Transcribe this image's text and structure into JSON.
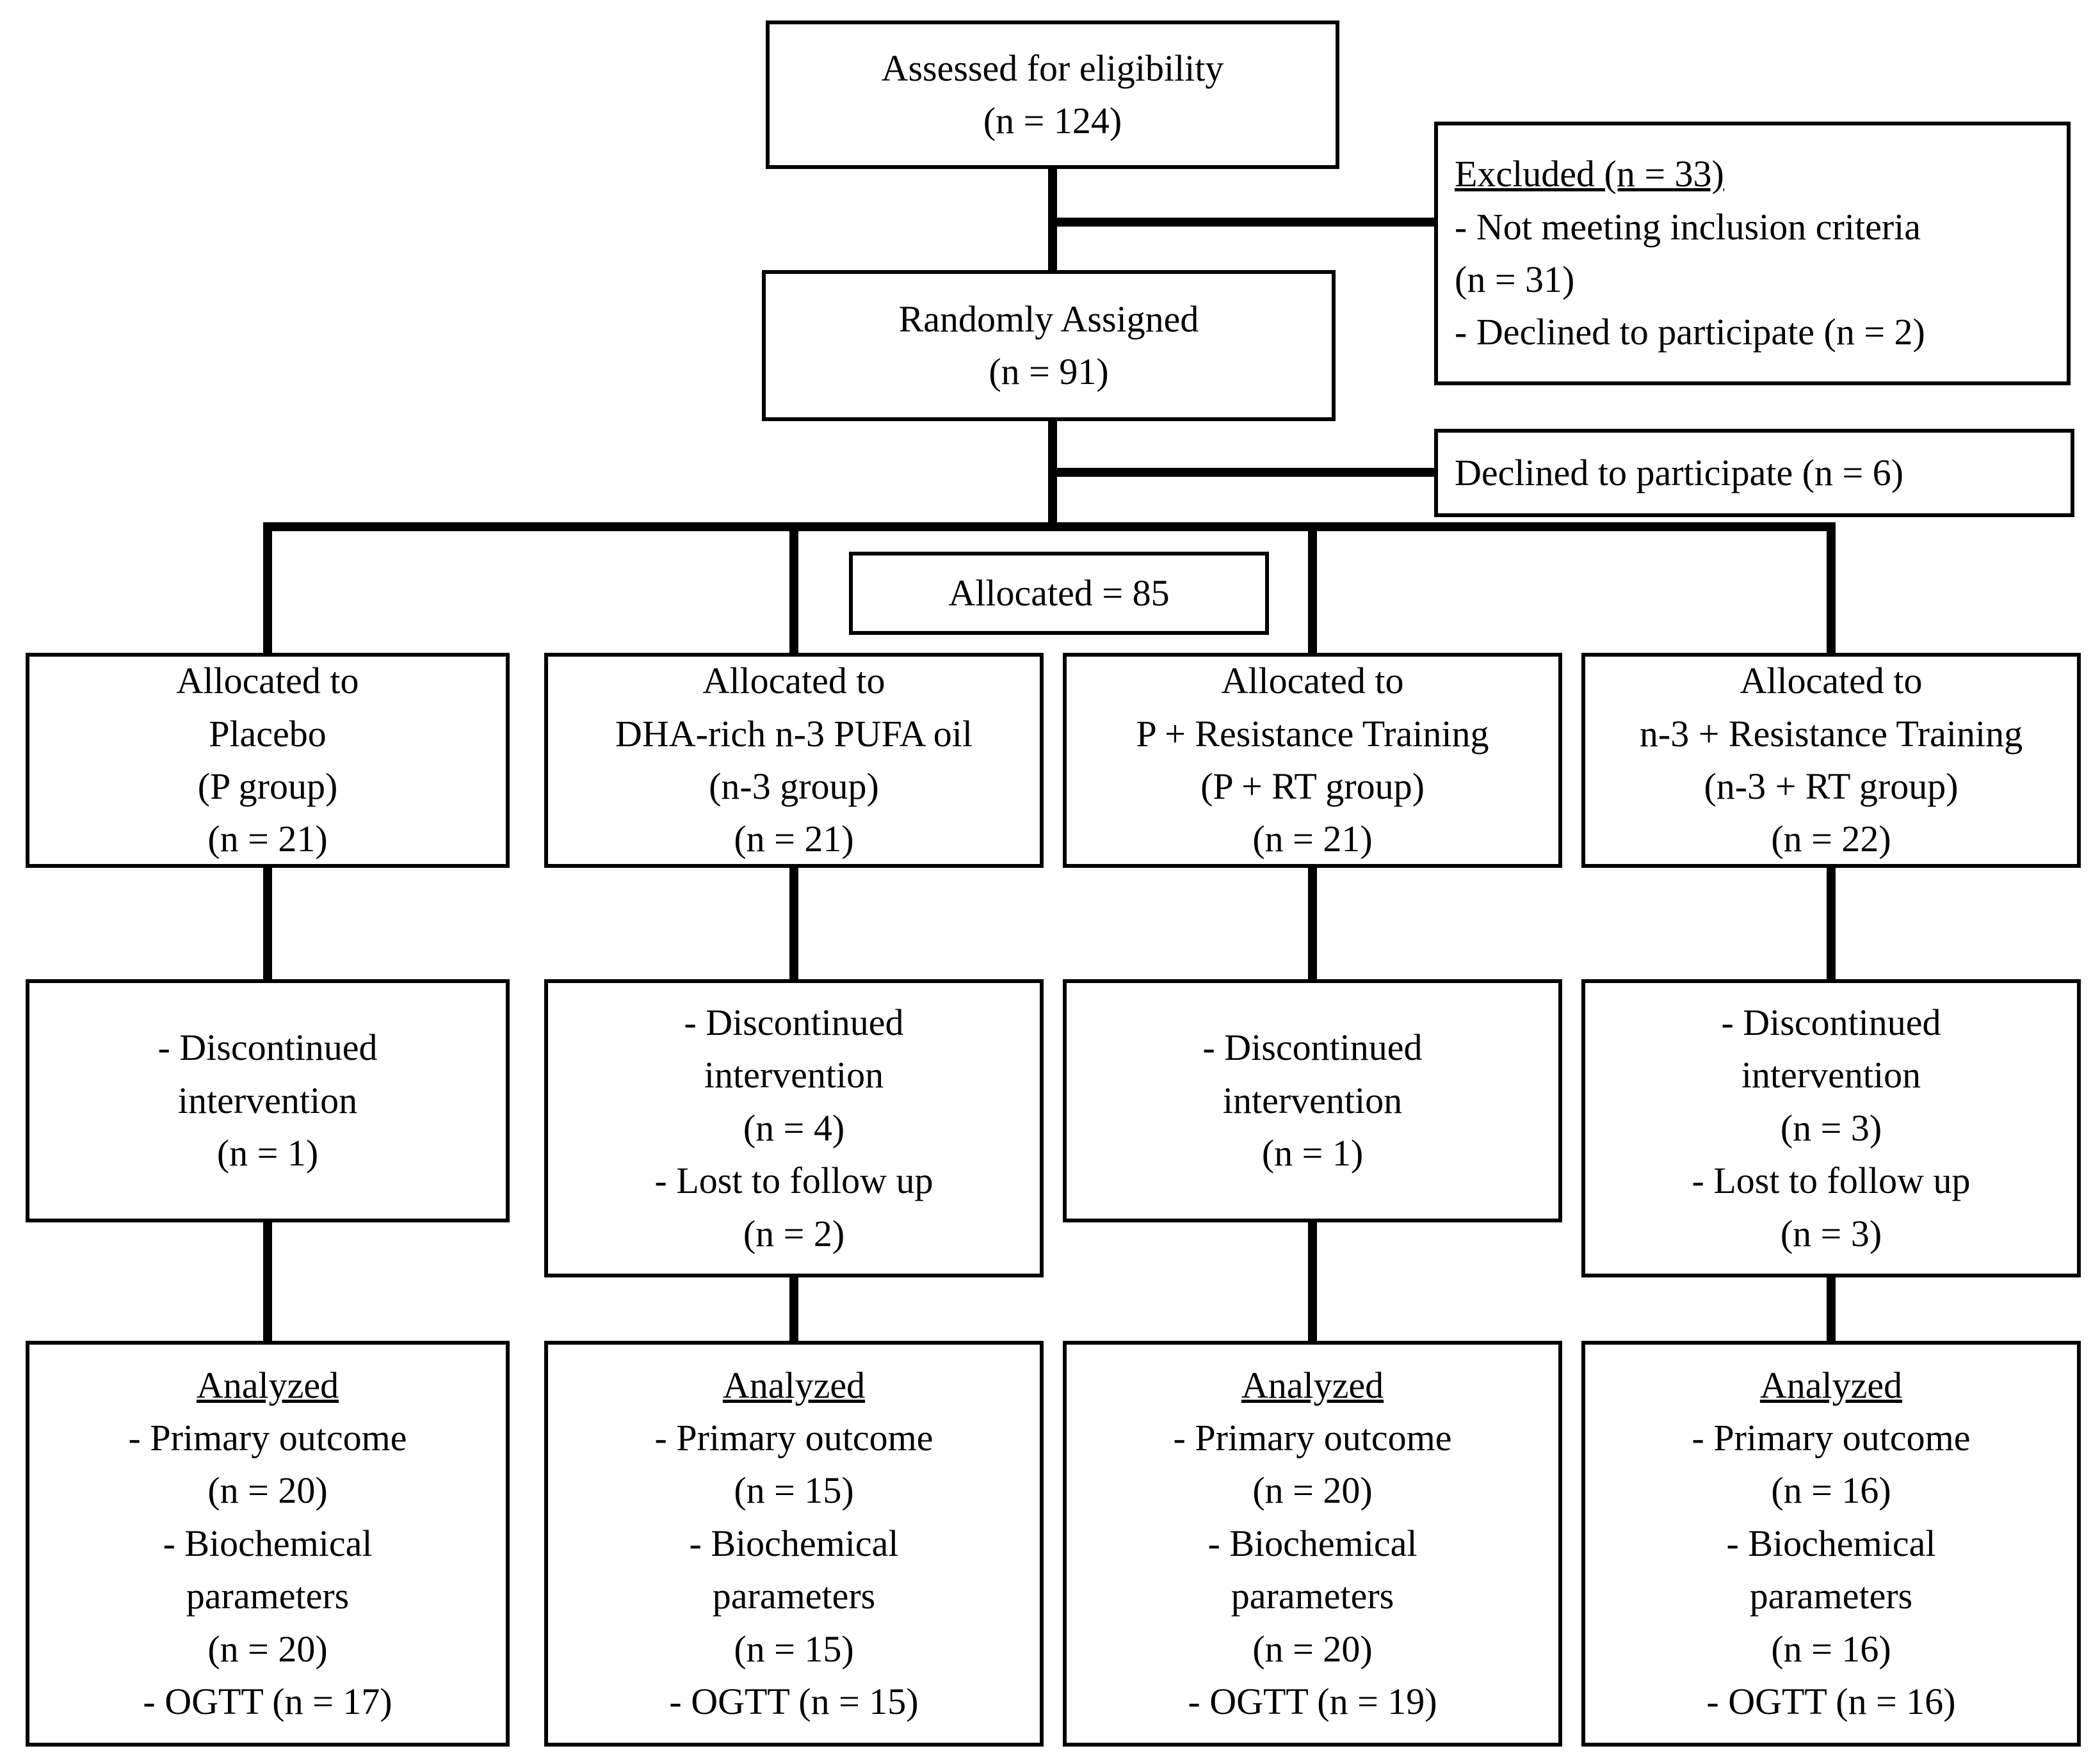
{
  "diagram": {
    "assessed": {
      "lines": [
        "Assessed for eligibility",
        "(n = 124)"
      ]
    },
    "excluded": {
      "heading": "Excluded (n = 33)",
      "lines": [
        "- Not meeting inclusion criteria",
        "(n = 31)",
        "- Declined to participate (n = 2)"
      ]
    },
    "randomized": {
      "lines": [
        "Randomly Assigned",
        "(n = 91)"
      ]
    },
    "declined": {
      "label": "Declined to participate (n = 6)"
    },
    "allocated_total": {
      "label": "Allocated = 85"
    },
    "groups": [
      {
        "allocation": [
          "Allocated to",
          "Placebo",
          "(P group)",
          "(n = 21)"
        ],
        "followup": [
          "- Discontinued",
          "intervention",
          "(n = 1)"
        ],
        "analyzed_heading": "Analyzed",
        "analyzed": [
          "- Primary outcome",
          "(n = 20)",
          "- Biochemical",
          "parameters",
          "(n = 20)",
          "- OGTT (n = 17)"
        ]
      },
      {
        "allocation": [
          "Allocated to",
          "DHA-rich n-3 PUFA oil",
          "(n-3 group)",
          "(n = 21)"
        ],
        "followup": [
          "- Discontinued",
          "intervention",
          "(n = 4)",
          "- Lost to follow up",
          "(n = 2)"
        ],
        "analyzed_heading": "Analyzed",
        "analyzed": [
          "- Primary outcome",
          "(n = 15)",
          "- Biochemical",
          "parameters",
          "(n = 15)",
          "- OGTT (n = 15)"
        ]
      },
      {
        "allocation": [
          "Allocated to",
          "P + Resistance Training",
          "(P + RT group)",
          "(n = 21)"
        ],
        "followup": [
          "- Discontinued",
          "intervention",
          "(n = 1)"
        ],
        "analyzed_heading": "Analyzed",
        "analyzed": [
          "- Primary outcome",
          "(n = 20)",
          "- Biochemical",
          "parameters",
          "(n = 20)",
          "- OGTT (n = 19)"
        ]
      },
      {
        "allocation": [
          "Allocated to",
          "n-3 + Resistance Training",
          "(n-3 + RT group)",
          "(n = 22)"
        ],
        "followup": [
          "- Discontinued",
          "intervention",
          "(n = 3)",
          "- Lost to follow up",
          "(n = 3)"
        ],
        "analyzed_heading": "Analyzed",
        "analyzed": [
          "- Primary outcome",
          "(n = 16)",
          "- Biochemical",
          "parameters",
          "(n = 16)",
          "- OGTT (n = 16)"
        ]
      }
    ],
    "colors": {
      "line": "#000000",
      "background": "#ffffff",
      "text": "#000000"
    }
  }
}
